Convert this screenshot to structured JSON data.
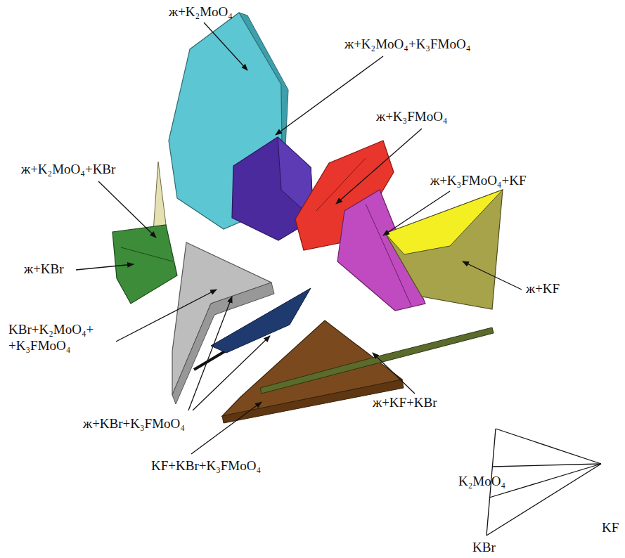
{
  "diagram": {
    "labels": [
      "ж+K₂MoO₄",
      "ж+K₂MoO₄+K₃FMoO₄",
      "ж+K₃FMoO₄",
      "ж+K₃FMoO₄+KF",
      "ж+K₂MoO₄+KBr",
      "ж+KBr",
      "KBr+K₂MoO₄+ +K₃FMoO₄",
      "ж+KF",
      "ж+KBr+K₃FMoO₄",
      "ж+KF+KBr",
      "KF+KBr+K₃FMoO₄",
      "K₂MoO₄",
      "KBr",
      "KF"
    ]
  }
}
